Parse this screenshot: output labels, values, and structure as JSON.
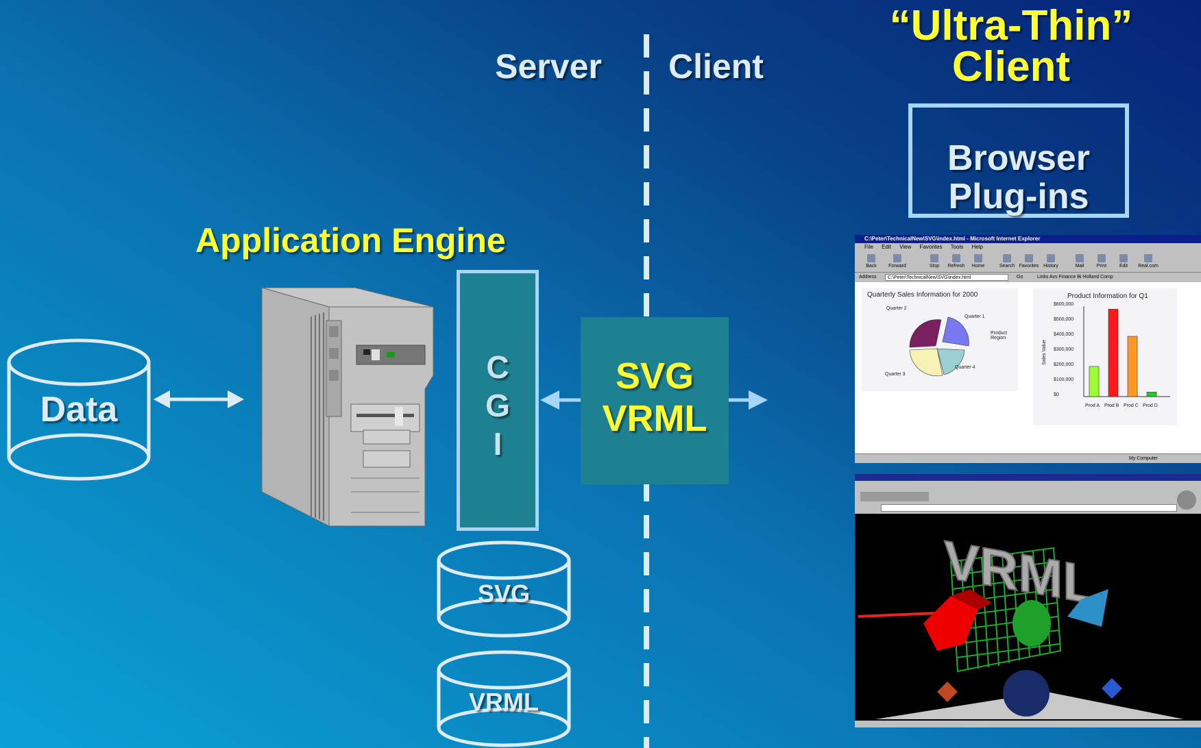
{
  "server_label": "Server",
  "client_label": "Client",
  "ultra_thin": {
    "line1": "“Ultra-Thin”",
    "line2": "Client"
  },
  "browser_plugins": {
    "line1": "Browser",
    "line2": "Plug-ins"
  },
  "app_engine_label": "Application Engine",
  "data_label": "Data",
  "cgi_letters": [
    "C",
    "G",
    "I"
  ],
  "formats": {
    "line1": "SVG",
    "line2": "VRML"
  },
  "svg_db_label": "SVG",
  "vrml_db_label": "VRML",
  "colors": {
    "accent_yellow": "#ffff33",
    "outline_light": "#a6d6f5",
    "teal_box": "#1e8191"
  },
  "browser_screenshot": {
    "title": "C:\\Peter\\TechnicalNew\\SVG\\index.html - Microsoft Internet Explorer",
    "menu": [
      "File",
      "Edit",
      "View",
      "Favorites",
      "Tools",
      "Help"
    ],
    "toolbar": [
      "Back",
      "Forward",
      "Stop",
      "Refresh",
      "Home",
      "Search",
      "Favorites",
      "History",
      "Mail",
      "Print",
      "Edit",
      "Real.com"
    ],
    "address_label": "Address",
    "address_value": "C:\\Peter\\TechnicalNew\\SVG\\index.html",
    "go_label": "Go",
    "links": "Links  Avs  Finance  Bi  Holland  Comp",
    "status_text": "My Computer",
    "pie": {
      "title": "Quarterly Sales Information for 2000",
      "labels": [
        "Quarter 2",
        "Quarter 1",
        "Quarter 4",
        "Quarter 3"
      ],
      "legend": "Product Region"
    },
    "bar": {
      "title": "Product Information for Q1",
      "y_ticks": [
        "$600,000",
        "$500,000",
        "$400,000",
        "$300,000",
        "$200,000",
        "$100,000",
        "$0"
      ],
      "ylabel": "Sales Value",
      "categories": [
        "Prod A",
        "Prod B",
        "Prod C",
        "Prod D"
      ]
    }
  },
  "vrml_screenshot": {
    "text_3d": "VRML"
  },
  "chart_data": {
    "type": "bar",
    "title": "Product Information for Q1",
    "categories": [
      "Prod A",
      "Prod B",
      "Prod C",
      "Prod D"
    ],
    "values": [
      200000,
      580000,
      400000,
      30000
    ],
    "ylabel": "Sales Value",
    "ylim": [
      0,
      600000
    ],
    "colors": [
      "#99ff33",
      "#ff1a1a",
      "#ff9922",
      "#22cc22"
    ]
  }
}
